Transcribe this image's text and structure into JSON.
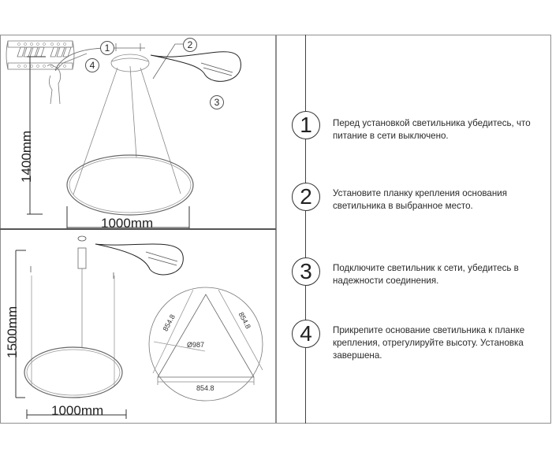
{
  "document": {
    "type": "installation-instructions",
    "top_diagram": {
      "height_label": "1400mm",
      "width_label": "1000mm",
      "callouts": [
        "1",
        "2",
        "3",
        "4"
      ]
    },
    "bottom_diagram": {
      "height_label": "1500mm",
      "width_label": "1000mm",
      "mounting_template": {
        "diameter_label": "Ø987",
        "side_labels": [
          "854.8",
          "854.8",
          "854.8"
        ]
      }
    },
    "steps": [
      {
        "number": "1",
        "text": "Перед установкой светильника убедитесь, что питание в сети выключено."
      },
      {
        "number": "2",
        "text": "Установите планку крепления основания светильника в выбранное место."
      },
      {
        "number": "3",
        "text": "Подключите светильник к сети, убедитесь в надежности соединения."
      },
      {
        "number": "4",
        "text": "Прикрепите основание светильника к планке крепления, отрегулируйте высоту. Установка завершена."
      }
    ]
  }
}
